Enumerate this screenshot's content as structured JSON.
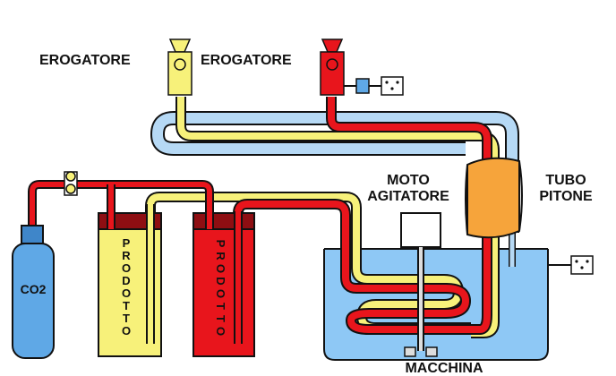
{
  "labels": {
    "erogatore_1": "EROGATORE",
    "erogatore_2": "EROGATORE",
    "moto": "MOTO",
    "agitatore": "AGITATORE",
    "tubo": "TUBO",
    "pitone": "PITONE",
    "co2": "CO2",
    "prodotto": [
      "P",
      "R",
      "O",
      "D",
      "O",
      "T",
      "T",
      "O"
    ],
    "macchina": "MACCHINA"
  },
  "colors": {
    "red": "#e8151c",
    "yellow": "#f7f17a",
    "light_blue": "#8ec8f5",
    "pipe_blue": "#b6d9f5",
    "orange": "#f6a43b",
    "dark_red": "#8e0e12",
    "outline": "#111111"
  },
  "icons": [
    "dispenser-tap-icon",
    "power-socket-icon",
    "pressure-gauge-icon",
    "co2-cylinder-icon",
    "stirrer-motor-icon"
  ]
}
